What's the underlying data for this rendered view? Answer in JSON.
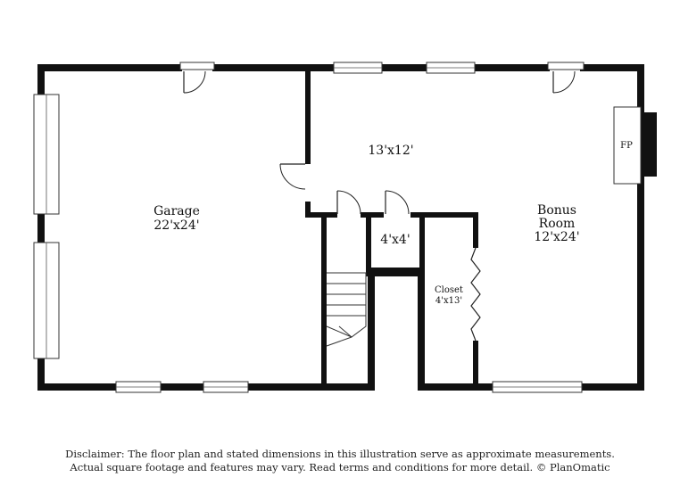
{
  "rooms": {
    "garage": {
      "name": "Garage",
      "dims": "22'x24'"
    },
    "hall": {
      "dims": "13'x12'"
    },
    "small_closet": {
      "dims": "4'x4'"
    },
    "closet": {
      "name": "Closet",
      "dims": "4'x13'"
    },
    "bonus": {
      "name_line1": "Bonus",
      "name_line2": "Room",
      "dims": "12'x24'"
    },
    "fireplace": {
      "label": "FP"
    }
  },
  "disclaimer": {
    "line1": "Disclaimer: The floor plan and stated dimensions in this illustration serve as approximate measurements.",
    "line2": "Actual square footage and features may vary. Read terms and conditions for more detail. © PlanOmatic"
  },
  "colors": {
    "wall": "#111111",
    "background": "#ffffff"
  }
}
